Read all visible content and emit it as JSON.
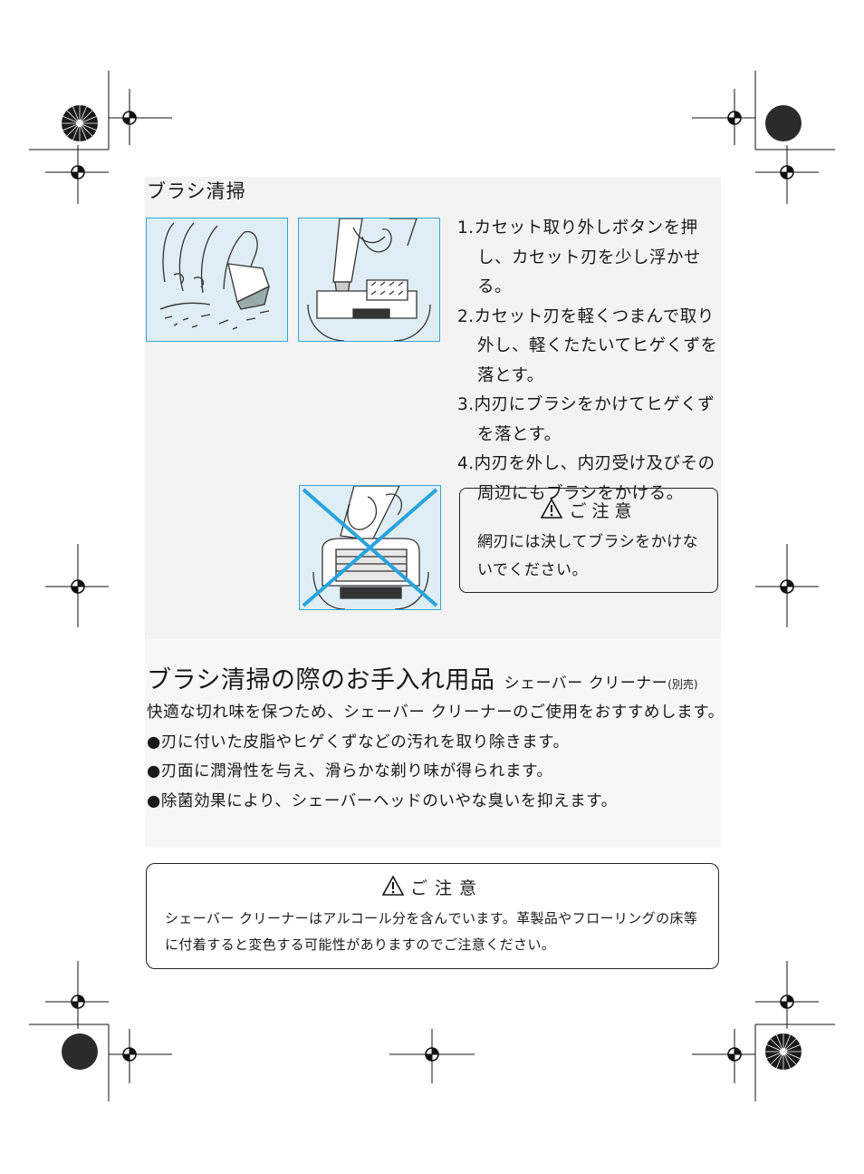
{
  "section1": {
    "title": "ブラシ清掃",
    "steps": [
      "1.カセット取り外しボタンを押し、カセット刃を少し浮かせる。",
      "2.カセット刃を軽くつまんで取り外し、軽くたたいてヒゲくずを落とす。",
      "3.内刃にブラシをかけてヒゲくずを落とす。",
      "4.内刃を外し、内刃受け及びその周辺にもブラシをかける。"
    ],
    "caution": {
      "heading": "ご注意",
      "text": "網刃には決してブラシをかけないでください。"
    }
  },
  "section2": {
    "title": "ブラシ清掃の際のお手入れ用品",
    "subtitle": "シェーバー クリーナー",
    "subtitle_note": "(別売)",
    "intro": "快適な切れ味を保つため、シェーバー クリーナーのご使用をおすすめします。",
    "bullets": [
      "●刃に付いた皮脂やヒゲくずなどの汚れを取り除きます。",
      "●刃面に潤滑性を与え、滑らかな剃り味が得られます。",
      "●除菌効果により、シェーバーヘッドのいやな臭いを抑えます。"
    ],
    "caution": {
      "heading": "ご注意",
      "text": "シェーバー クリーナーはアルコール分を含んでいます。革製品やフローリングの床等に付着すると変色する可能性がありますのでご注意ください。"
    }
  },
  "colors": {
    "illustration_border": "#31a7d8",
    "illustration_bg": "#dfeef4",
    "cross": "#2aa3dc",
    "text": "#1a1a1a"
  },
  "icons": [
    "warning-triangle-icon",
    "registration-mark-icon",
    "color-target-icon"
  ]
}
